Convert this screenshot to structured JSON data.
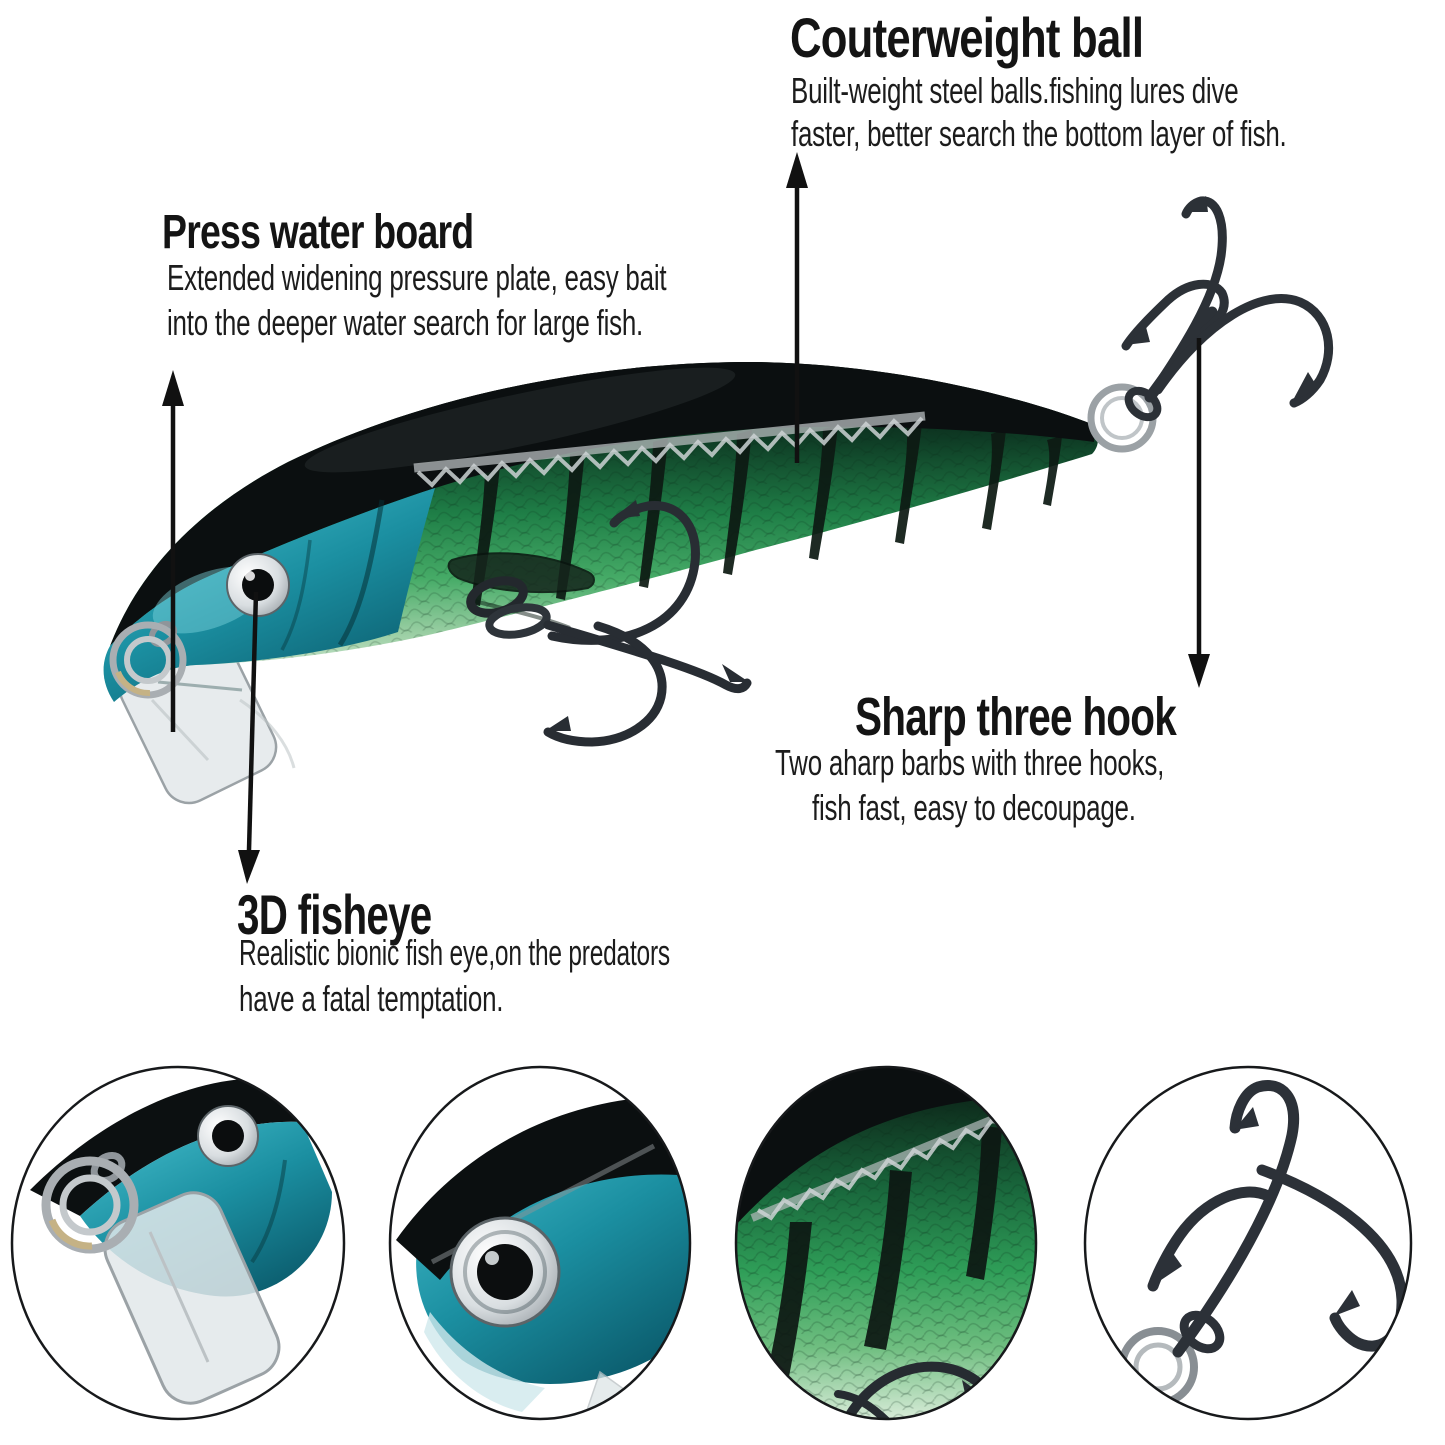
{
  "image": {
    "kind": "product-feature-annotation",
    "subject": "minnow fishing lure",
    "background": "#ffffff"
  },
  "callouts": {
    "counterweight": {
      "title": "Couterweight ball",
      "line1": "Built-weight steel balls.fishing lures dive",
      "line2": "faster, better search the bottom layer of fish."
    },
    "press_board": {
      "title": "Press water board",
      "line1": "Extended widening pressure plate, easy bait",
      "line2": "into the deeper water search for large fish."
    },
    "sharp_hook": {
      "title": "Sharp three hook",
      "line1": "Two aharp barbs with three hooks,",
      "line2": "fish fast, easy to decoupage."
    },
    "fisheye": {
      "title": "3D fisheye",
      "line1": "Realistic bionic fish eye,on the predators",
      "line2": "have a fatal temptation."
    }
  },
  "colors": {
    "text": "#1a1a1a",
    "arrow": "#111111",
    "body_green": "#2f9e58",
    "head_teal": "#2aa7ba",
    "back_black": "#0b0f10",
    "hook_metal": "#2c3137",
    "ring_silver": "#a9aeb2",
    "lip_clear": "#e1e6e8"
  },
  "detail_circles": [
    {
      "icon": "nose-split-ring-lip-closeup-icon"
    },
    {
      "icon": "3d-eye-closeup-icon"
    },
    {
      "icon": "body-scales-closeup-icon"
    },
    {
      "icon": "treble-hook-closeup-icon"
    }
  ]
}
